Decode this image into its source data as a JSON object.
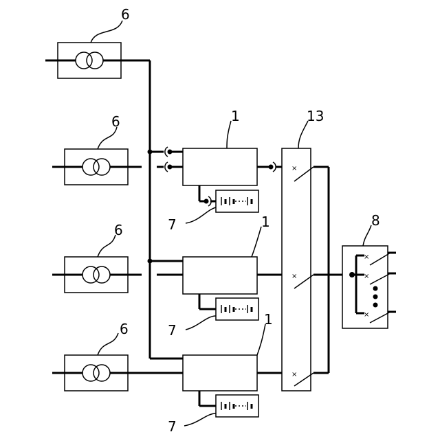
{
  "labels": {
    "transformer_1": "6",
    "transformer_2": "6",
    "transformer_3": "6",
    "transformer_4": "6",
    "unit_1": "1",
    "unit_2": "1",
    "unit_3": "1",
    "battery_1": "7",
    "battery_2": "7",
    "battery_3": "7",
    "switch_panel": "13",
    "output_panel": "8"
  }
}
